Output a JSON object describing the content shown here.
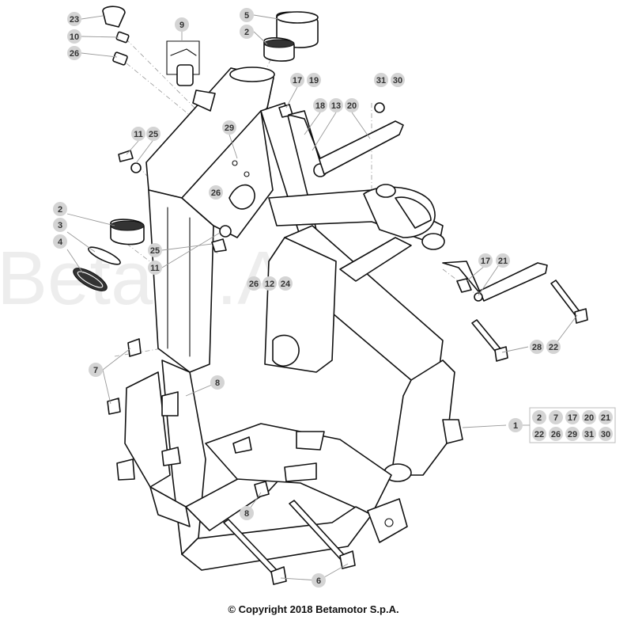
{
  "watermark": "Beta   p.A.",
  "copyright": "© Copyright 2018 Betamotor S.p.A.",
  "callout_color": "#d4d4d4",
  "callouts": {
    "c23": "23",
    "c10": "10",
    "c26a": "26",
    "c9": "9",
    "c5": "5",
    "c2a": "2",
    "c17a": "17",
    "c19": "19",
    "c31a": "31",
    "c30a": "30",
    "c18": "18",
    "c13": "13",
    "c20a": "20",
    "c11a": "11",
    "c25a": "25",
    "c29": "29",
    "c26b": "26",
    "c2b": "2",
    "c3": "3",
    "c4": "4",
    "c25b": "25",
    "c11b": "11",
    "c26c": "26",
    "c12": "12",
    "c24": "24",
    "c17b": "17",
    "c21": "21",
    "c28": "28",
    "c22a": "22",
    "c7": "7",
    "c8a": "8",
    "c8b": "8",
    "c6": "6",
    "c1": "1"
  },
  "kit_parts": [
    "2",
    "7",
    "17",
    "20",
    "21",
    "22",
    "26",
    "29",
    "31",
    "30"
  ]
}
